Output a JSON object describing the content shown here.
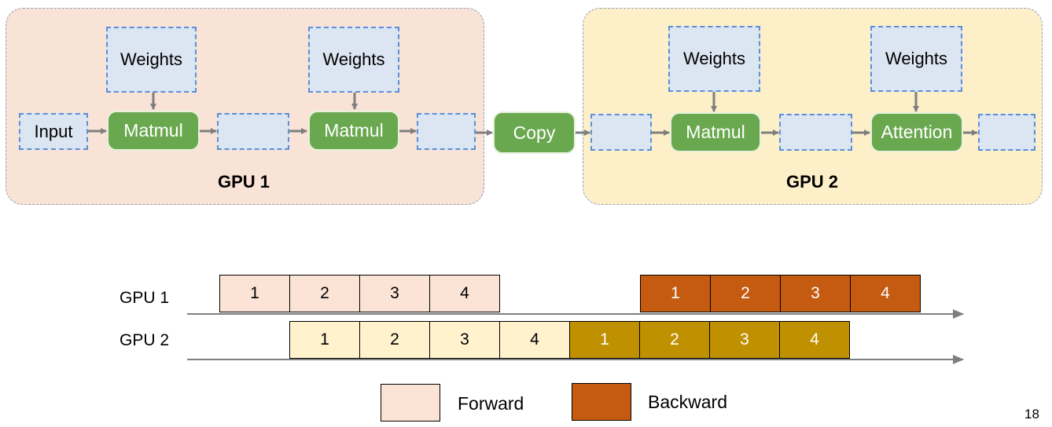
{
  "pipeline": {
    "gpu1": {
      "label": "GPU 1",
      "input": "Input",
      "weights": [
        "Weights",
        "Weights"
      ],
      "ops": [
        "Matmul",
        "Matmul"
      ]
    },
    "copy": "Copy",
    "gpu2": {
      "label": "GPU 2",
      "weights": [
        "Weights",
        "Weights"
      ],
      "ops": [
        "Matmul",
        "Attention"
      ]
    }
  },
  "timeline": {
    "rows": [
      "GPU 1",
      "GPU 2"
    ],
    "gpu1_forward": [
      "1",
      "2",
      "3",
      "4"
    ],
    "gpu1_backward": [
      "1",
      "2",
      "3",
      "4"
    ],
    "gpu2_forward": [
      "1",
      "2",
      "3",
      "4"
    ],
    "gpu2_backward": [
      "1",
      "2",
      "3",
      "4"
    ]
  },
  "legend": {
    "forward": "Forward",
    "backward": "Backward"
  },
  "colors": {
    "gpu1_panel": "#f9e2d6",
    "gpu2_panel": "#fdf0c9",
    "op_green": "#6aa84f",
    "data_blue": "#dce6f2",
    "gpu1_forward": "#fbe3d6",
    "gpu1_backward": "#c55a11",
    "gpu2_forward": "#fff2cc",
    "gpu2_backward": "#bf9000"
  },
  "page_number": "18"
}
